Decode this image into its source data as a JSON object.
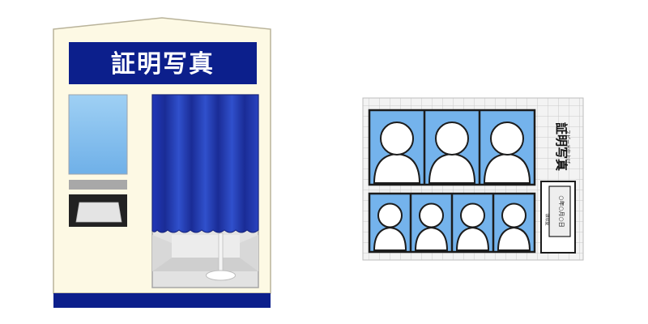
{
  "booth": {
    "sign_text": "証明写真"
  },
  "photo_sheet": {
    "vertical_title": "証明写真",
    "vertical_subtitle": "スピード仕上げ",
    "date_text": "○年○月○日",
    "stamp_text": "領収証"
  },
  "colors": {
    "navy": "#0c1f8c",
    "cream": "#fdf9e4",
    "sky": "#8cc2ee",
    "photo_bg": "#74b3ec",
    "curtain": "#1f3bb0",
    "grid": "#d4d4d4"
  }
}
